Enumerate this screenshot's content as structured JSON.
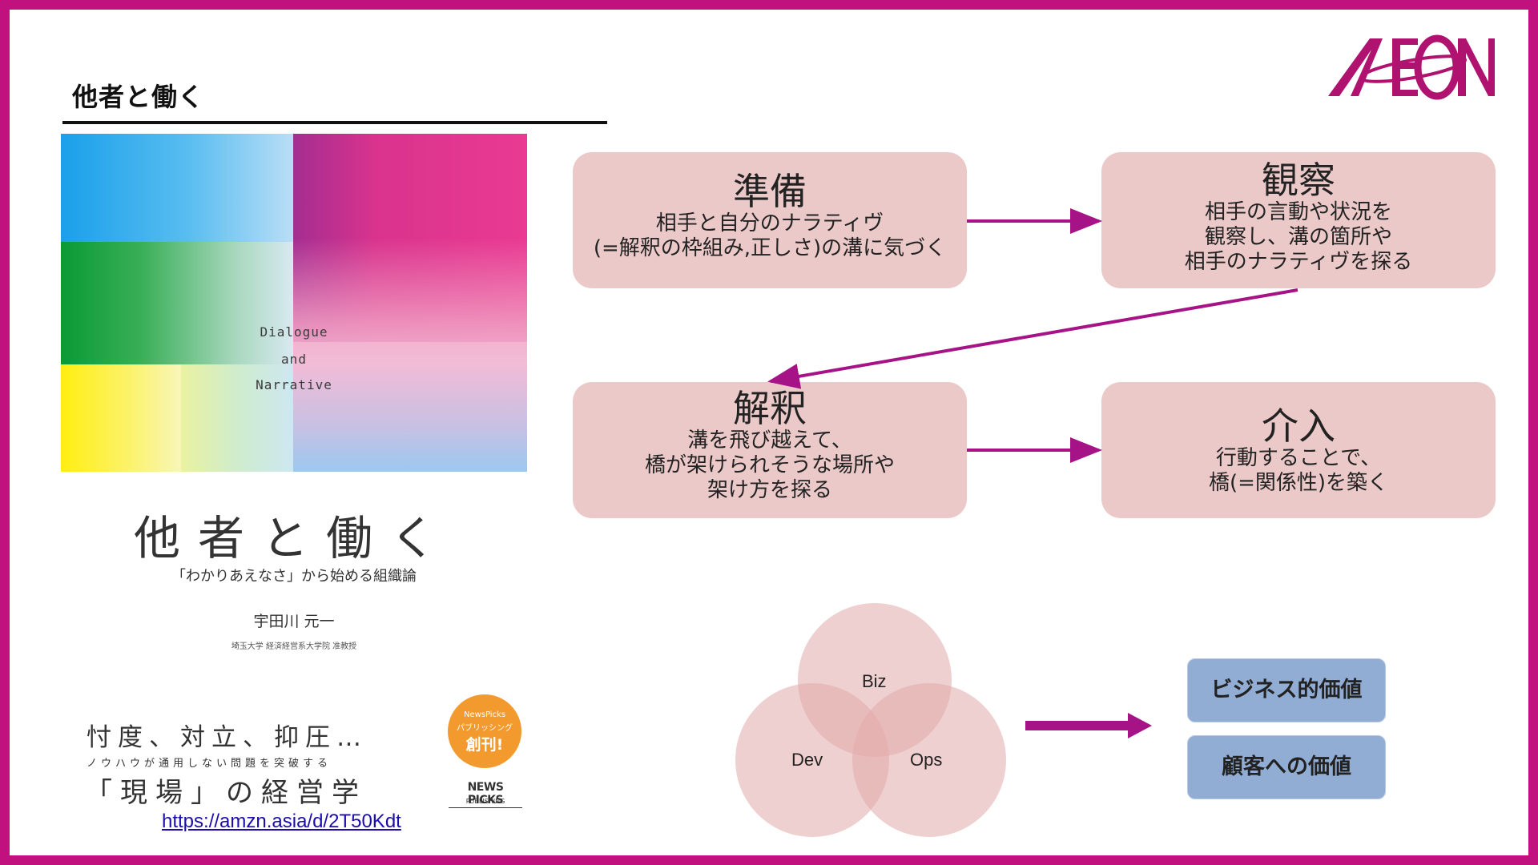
{
  "slide": {
    "title": "他者と働く",
    "logo_text": "AEON",
    "colors": {
      "border": "#c0117e",
      "box": "#ecc9c9",
      "arrow": "#a61386",
      "value_box": "#92add3"
    }
  },
  "book": {
    "cover_lines": [
      "Dialogue",
      "and",
      "Narrative"
    ],
    "title": "他者と働く",
    "subtitle": "「わかりあえなさ」から始める組織論",
    "author": "宇田川 元一",
    "affiliation": "埼玉大学 経済経営系大学院 准教授",
    "tagline1": "忖度、対立、抑圧…",
    "tagline2": "ノウハウが通用しない問題を突破する",
    "tagline3": "「現場」の経営学",
    "badge": [
      "NewsPicks",
      "パブリッシング",
      "創刊!"
    ],
    "publisher": "NEWS PICKS",
    "publisher_sub": "PUBLISHING",
    "link": "https://amzn.asia/d/2T50Kdt"
  },
  "process": [
    {
      "heading": "準備",
      "lines": [
        "相手と自分のナラティヴ",
        "(=解釈の枠組み,正しさ)の溝に気づく"
      ]
    },
    {
      "heading": "観察",
      "lines": [
        "相手の言動や状況を",
        "観察し、溝の箇所や",
        "相手のナラティヴを探る"
      ]
    },
    {
      "heading": "解釈",
      "lines": [
        "溝を飛び越えて、",
        "橋が架けられそうな場所や",
        "架け方を探る"
      ]
    },
    {
      "heading": "介入",
      "lines": [
        "行動することで、",
        "橋(=関係性)を築く"
      ]
    }
  ],
  "venn": {
    "top": "Biz",
    "left": "Dev",
    "right": "Ops"
  },
  "values": [
    "ビジネス的価値",
    "顧客への価値"
  ]
}
